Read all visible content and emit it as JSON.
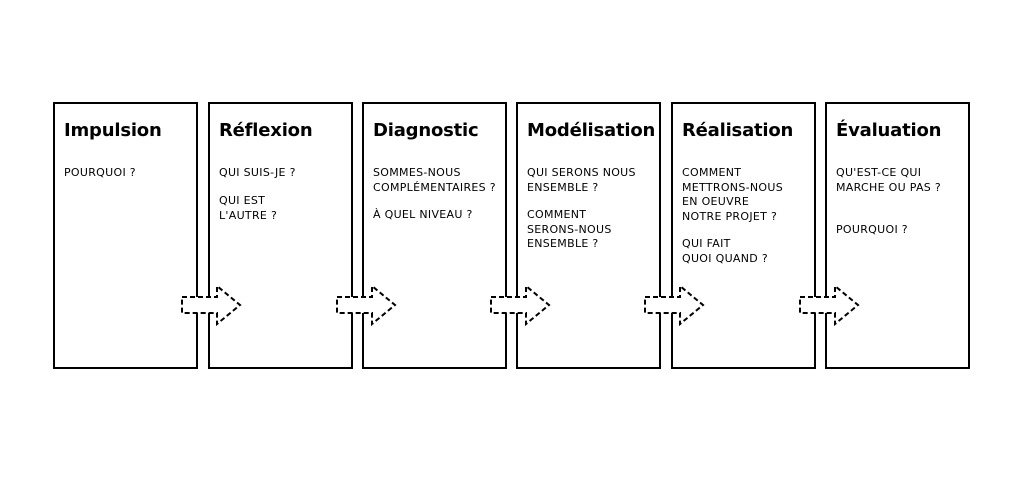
{
  "stages": [
    {
      "title": "Impulsion",
      "questions": [
        "POURQUOI ?"
      ]
    },
    {
      "title": "Réflexion",
      "questions": [
        "QUI SUIS-JE ?",
        "QUI EST\nL'AUTRE ?"
      ]
    },
    {
      "title": "Diagnostic",
      "questions": [
        "SOMMES-NOUS\nCOMPLÉMENTAIRES ?",
        "À QUEL NIVEAU ?"
      ]
    },
    {
      "title": "Modélisation",
      "questions": [
        "QUI SERONS NOUS\nENSEMBLE ?",
        "COMMENT\nSERONS-NOUS\nENSEMBLE ?"
      ]
    },
    {
      "title": "Réalisation",
      "questions": [
        "COMMENT\nMETTRONS-NOUS\nEN OEUVRE\nNOTRE PROJET ?",
        "QUI FAIT\nQUOI QUAND ?"
      ]
    },
    {
      "title": "Évaluation",
      "questions": [
        "QU'EST-CE QUI\nMARCHE OU PAS ?",
        "POURQUOI ?"
      ]
    }
  ],
  "colors": {
    "border": "#000000",
    "background": "#ffffff",
    "text": "#000000"
  },
  "connector": {
    "style": "dashed",
    "icon": "dashed-arrow-icon"
  }
}
